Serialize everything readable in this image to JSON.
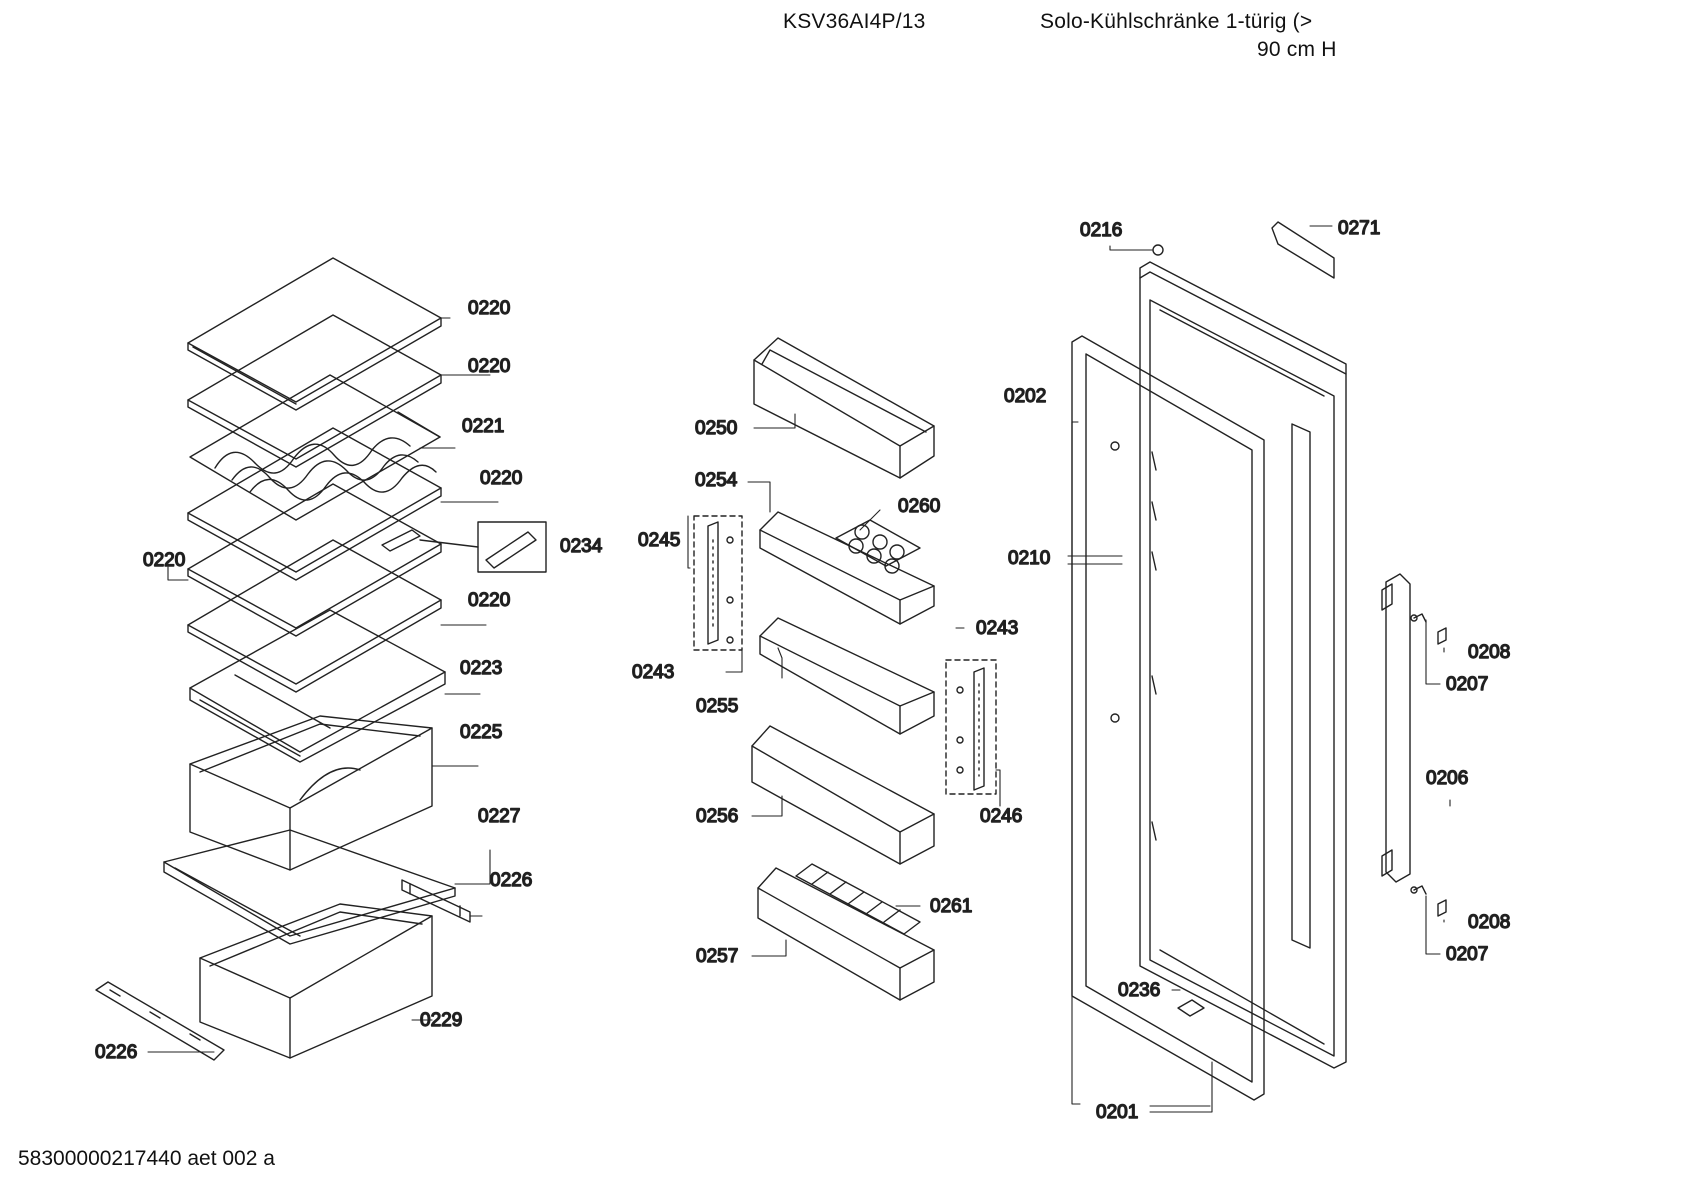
{
  "header": {
    "model": "KSV36AI4P/13",
    "title_line1": "Solo-Kühlschränke 1-türig (>",
    "title_line2": "90 cm H"
  },
  "footer": {
    "doc_id": "58300000217440 aet 002 a"
  },
  "parts": {
    "p0220_a": "0220",
    "p0220_b": "0220",
    "p0221": "0221",
    "p0220_c": "0220",
    "p0234": "0234",
    "p0220_d": "0220",
    "p0220_e": "0220",
    "p0223": "0223",
    "p0225": "0225",
    "p0227": "0227",
    "p0226_a": "0226",
    "p0229": "0229",
    "p0226_b": "0226",
    "p0250": "0250",
    "p0254": "0254",
    "p0260": "0260",
    "p0245": "0245",
    "p0243_a": "0243",
    "p0243_b": "0243",
    "p0255": "0255",
    "p0246": "0246",
    "p0256": "0256",
    "p0261": "0261",
    "p0257": "0257",
    "p0216": "0216",
    "p0271": "0271",
    "p0202": "0202",
    "p0210": "0210",
    "p0208_a": "0208",
    "p0207_a": "0207",
    "p0206": "0206",
    "p0208_b": "0208",
    "p0207_b": "0207",
    "p0236": "0236",
    "p0201": "0201"
  }
}
